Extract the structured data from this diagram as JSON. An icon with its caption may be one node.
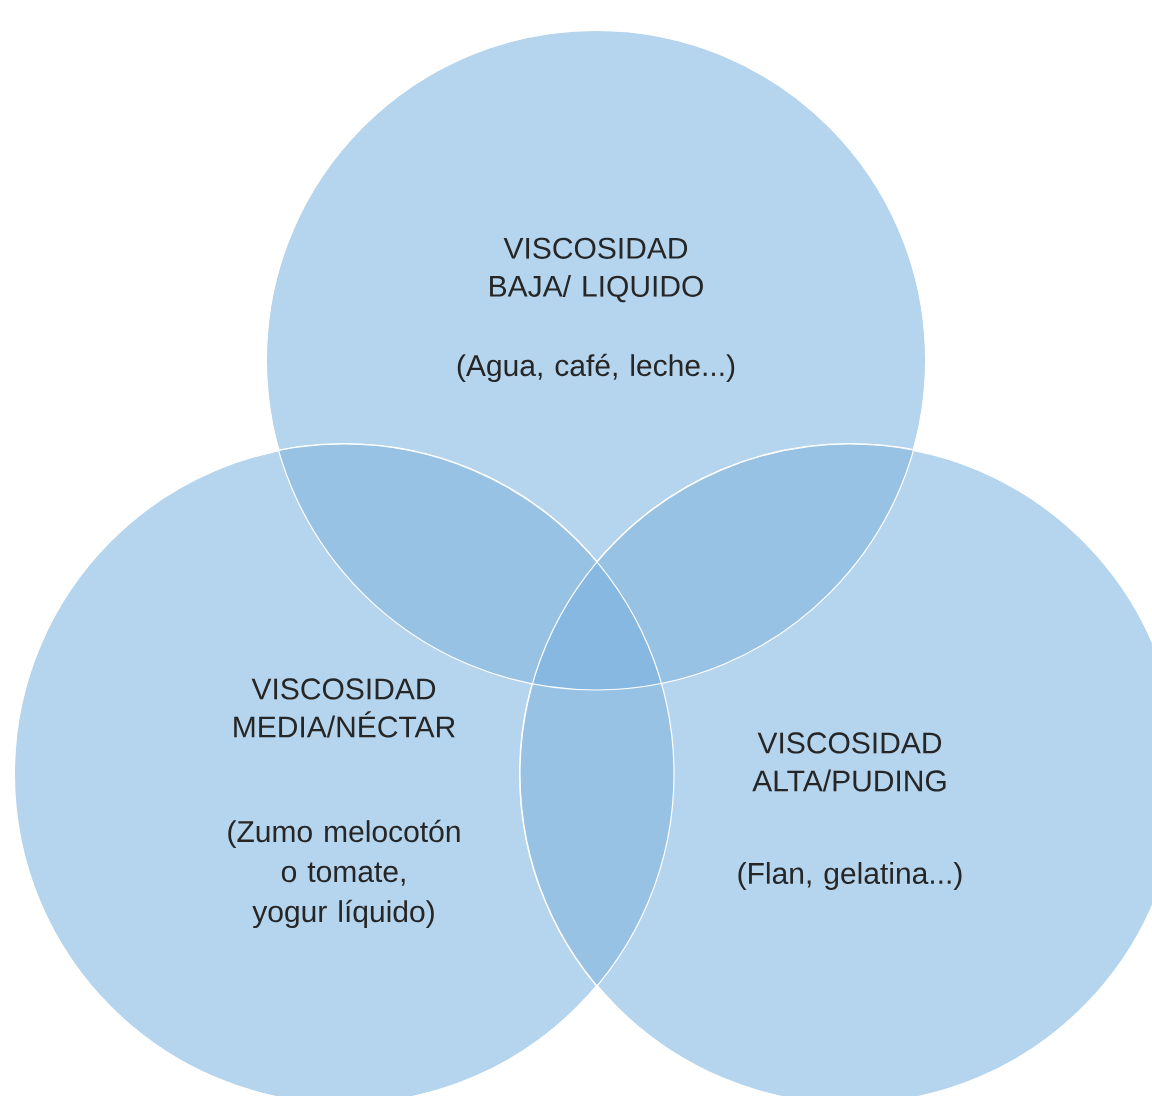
{
  "diagram": {
    "nodes": [
      {
        "text": [
          "VISCOSIDAD BAJA/ LIQUIDO",
          "(Agua, café, leche...)"
        ]
      },
      {
        "text": [
          "VISCOSIDAD MEDIA/NÉCTAR",
          "(Zumo melocotón o tomate, yogur líquido)"
        ]
      },
      {
        "text": [
          "VISCOSIDAD ALTA/PUDING",
          "(Flan, gelatina...)"
        ]
      }
    ]
  }
}
